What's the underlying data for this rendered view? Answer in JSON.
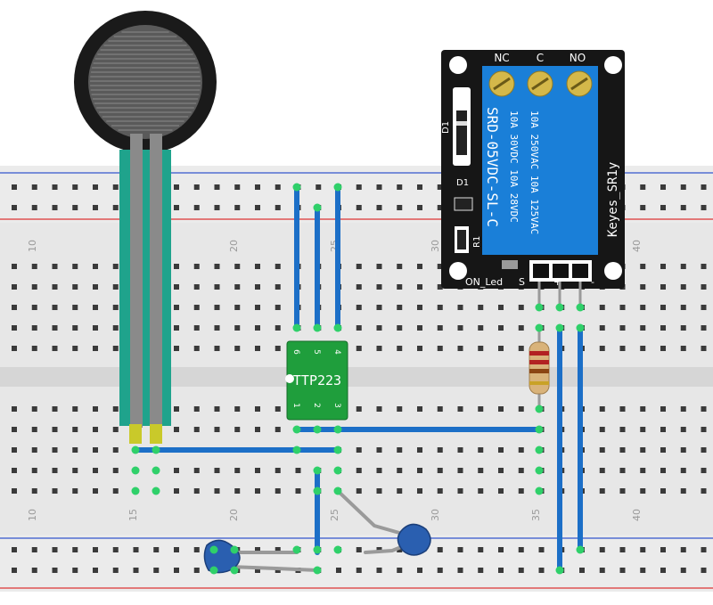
{
  "breadboard": {
    "column_numbers": [
      "10",
      "15",
      "20",
      "25",
      "30",
      "35",
      "40"
    ]
  },
  "relay_module": {
    "terminal_labels": [
      "NC",
      "C",
      "NO"
    ],
    "relay_model": "SRD-05VDC-SL-C",
    "rating_line_1": "10A 250VAC 10A 125VAC",
    "rating_line_2": "10A 30VDC 10A 28VDC",
    "brand": "Keyes_SR1y",
    "diode_label": "D1",
    "diode2_label": "D1",
    "resistor_label": "R1",
    "led_label": "ON_Led",
    "signal_label": "S",
    "plus_label": "+",
    "minus_label": "-"
  },
  "touch_sensor": {
    "chip_label": "TTP223",
    "top_pins": [
      "6",
      "5",
      "4"
    ],
    "bottom_pins": [
      "1",
      "2",
      "3"
    ]
  },
  "colors": {
    "wire": "#1c6fc7",
    "fsr_lead": "#1fa38c",
    "relay_board": "#161616",
    "relay_coil": "#1a7fd8",
    "touch_pcb": "#1f9e3c",
    "capacitor": "#2a5fb0",
    "rail_red": "#d33",
    "rail_blue": "#3355cc"
  }
}
